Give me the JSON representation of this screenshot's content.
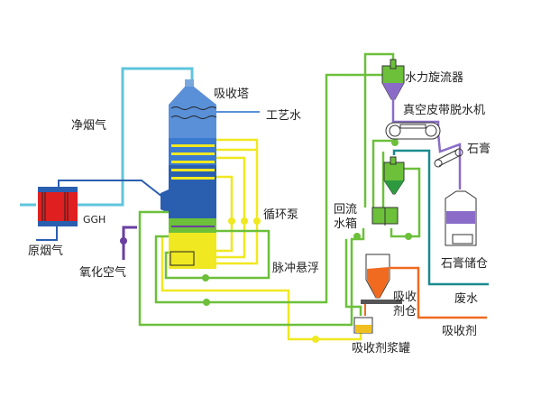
{
  "labels": {
    "absorber": "吸收塔",
    "process_water": "工艺水",
    "clean_flue_gas": "净烟气",
    "ggh": "GGH",
    "raw_flue_gas": "原烟气",
    "oxidation_air": "氧化空气",
    "circulation_pump": "循环泵",
    "pulse_suspension": "脉冲悬浮",
    "hydrocyclone": "水力旋流器",
    "vacuum_belt_filter": "真空皮带脱水机",
    "gypsum": "石膏",
    "return_tank_1": "回流",
    "return_tank_2": "水箱",
    "gypsum_silo": "石膏储仓",
    "absorbent_silo_1": "吸收",
    "absorbent_silo_2": "剂仓",
    "waste_water": "废水",
    "absorbent": "吸收剂",
    "absorbent_slurry_tank": "吸收剂浆罐"
  },
  "colors": {
    "clean_gas": "#5fc4dc",
    "raw_gas": "#2a5fb0",
    "slurry": "#f0e020",
    "water": "#6cc03a",
    "oxidation_air": "#6a3fa0",
    "gypsum": "#8a6cc8",
    "absorbent": "#f06a20",
    "waste_water": "#1a8a90",
    "ggh_red": "#e02020"
  }
}
